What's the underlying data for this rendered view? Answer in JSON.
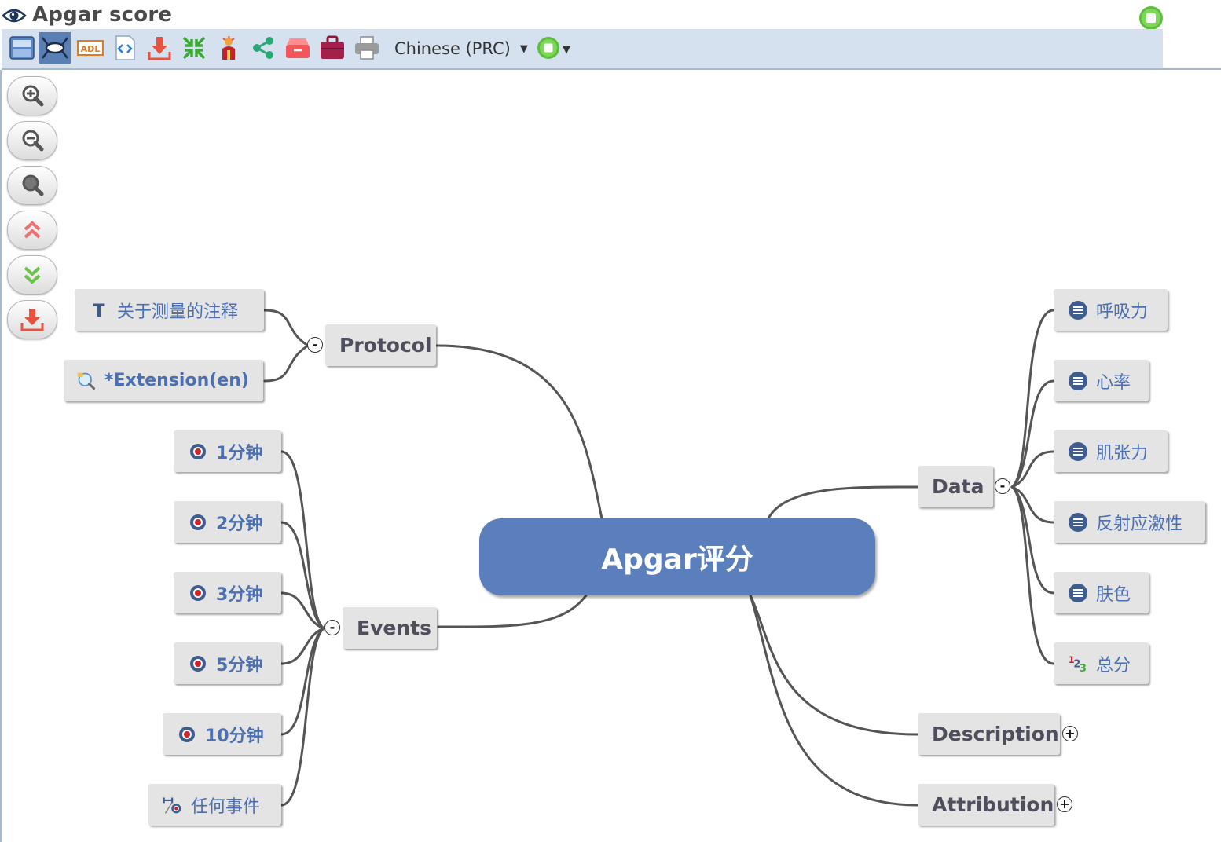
{
  "window": {
    "title": "Apgar score"
  },
  "toolbar": {
    "icons": [
      "panel-layout-icon",
      "mindmap-view-icon",
      "adl-icon",
      "code-view-icon",
      "download-icon",
      "collapse-arrows-icon",
      "archetype-tree-icon",
      "share-icon",
      "archive-box-icon",
      "briefcase-icon",
      "print-icon"
    ],
    "language": "Chinese (PRC)",
    "status_color": "#5bbf3a"
  },
  "zoom_panel": {
    "buttons": [
      "zoom-in",
      "zoom-out",
      "zoom-fit",
      "expand-all",
      "collapse-all",
      "export"
    ]
  },
  "mindmap": {
    "central": "Apgar评分",
    "protocol": {
      "label": "Protocol",
      "toggle": "-",
      "children": [
        {
          "label": "关于测量的注释",
          "icon": "text-icon"
        },
        {
          "label": "*Extension(en)",
          "icon": "extension-search-icon"
        }
      ]
    },
    "events": {
      "label": "Events",
      "toggle": "-",
      "children": [
        {
          "label": "1分钟",
          "icon": "point-event-icon"
        },
        {
          "label": "2分钟",
          "icon": "point-event-icon"
        },
        {
          "label": "3分钟",
          "icon": "point-event-icon"
        },
        {
          "label": "5分钟",
          "icon": "point-event-icon"
        },
        {
          "label": "10分钟",
          "icon": "point-event-icon"
        },
        {
          "label": "任何事件",
          "icon": "interval-event-icon"
        }
      ]
    },
    "data": {
      "label": "Data",
      "toggle": "-",
      "children": [
        {
          "label": "呼吸力",
          "icon": "coded-text-icon"
        },
        {
          "label": "心率",
          "icon": "coded-text-icon"
        },
        {
          "label": "肌张力",
          "icon": "coded-text-icon"
        },
        {
          "label": "反射应激性",
          "icon": "coded-text-icon"
        },
        {
          "label": "肤色",
          "icon": "coded-text-icon"
        },
        {
          "label": "总分",
          "icon": "count-icon"
        }
      ]
    },
    "description": {
      "label": "Description",
      "toggle": "+"
    },
    "attribution": {
      "label": "Attribution",
      "toggle": "+"
    }
  }
}
